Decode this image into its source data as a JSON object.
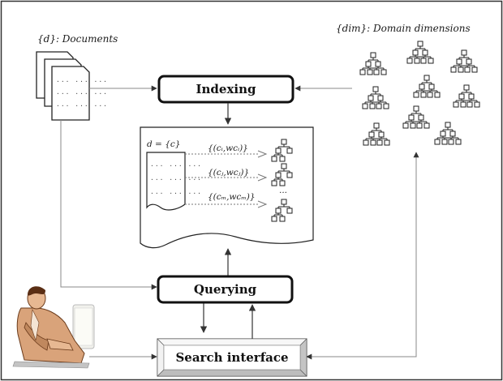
{
  "labels": {
    "documents": "{d}: Documents",
    "dimensions": "{dim}: Domain dimensions",
    "indexing": "Indexing",
    "querying": "Querying",
    "search": "Search interface",
    "doc_set": "d = {c}",
    "pair1": "{(cᵢ,wcᵢ)}",
    "pair2": "{(cⱼ,wcⱼ)}",
    "pair3": "{(cₘ,wcₘ)}",
    "ellipsis": "...",
    "doc_line": "... ... ..."
  },
  "colors": {
    "border": "#333333",
    "connector": "#888888",
    "accent_text": "#8b2020",
    "tree_stroke": "#222222"
  }
}
